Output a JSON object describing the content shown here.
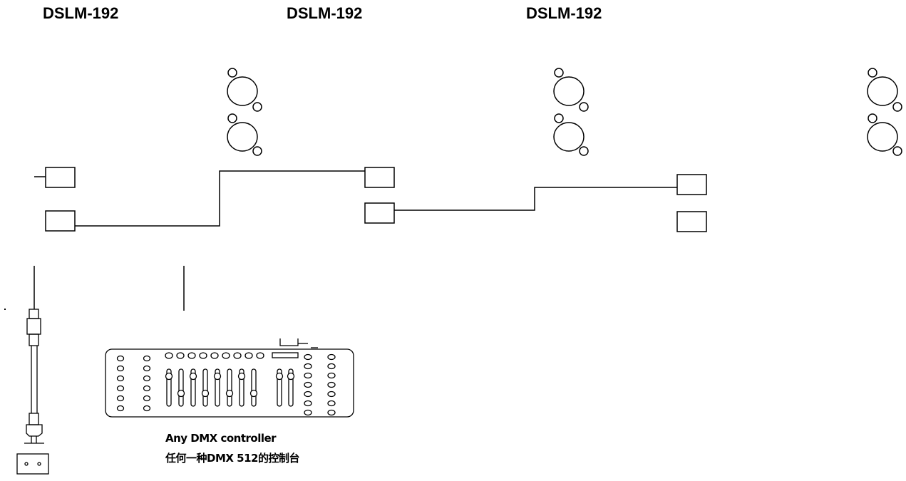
{
  "fixtures": [
    {
      "model": "DSLM-192"
    },
    {
      "model": "DSLM-192"
    },
    {
      "model": "DSLM-192"
    }
  ],
  "controller": {
    "label_en": "Any DMX controller",
    "label_zh": "任何一种DMX 512的控制台"
  },
  "colors": {
    "line": "#000000",
    "background": "#ffffff"
  }
}
